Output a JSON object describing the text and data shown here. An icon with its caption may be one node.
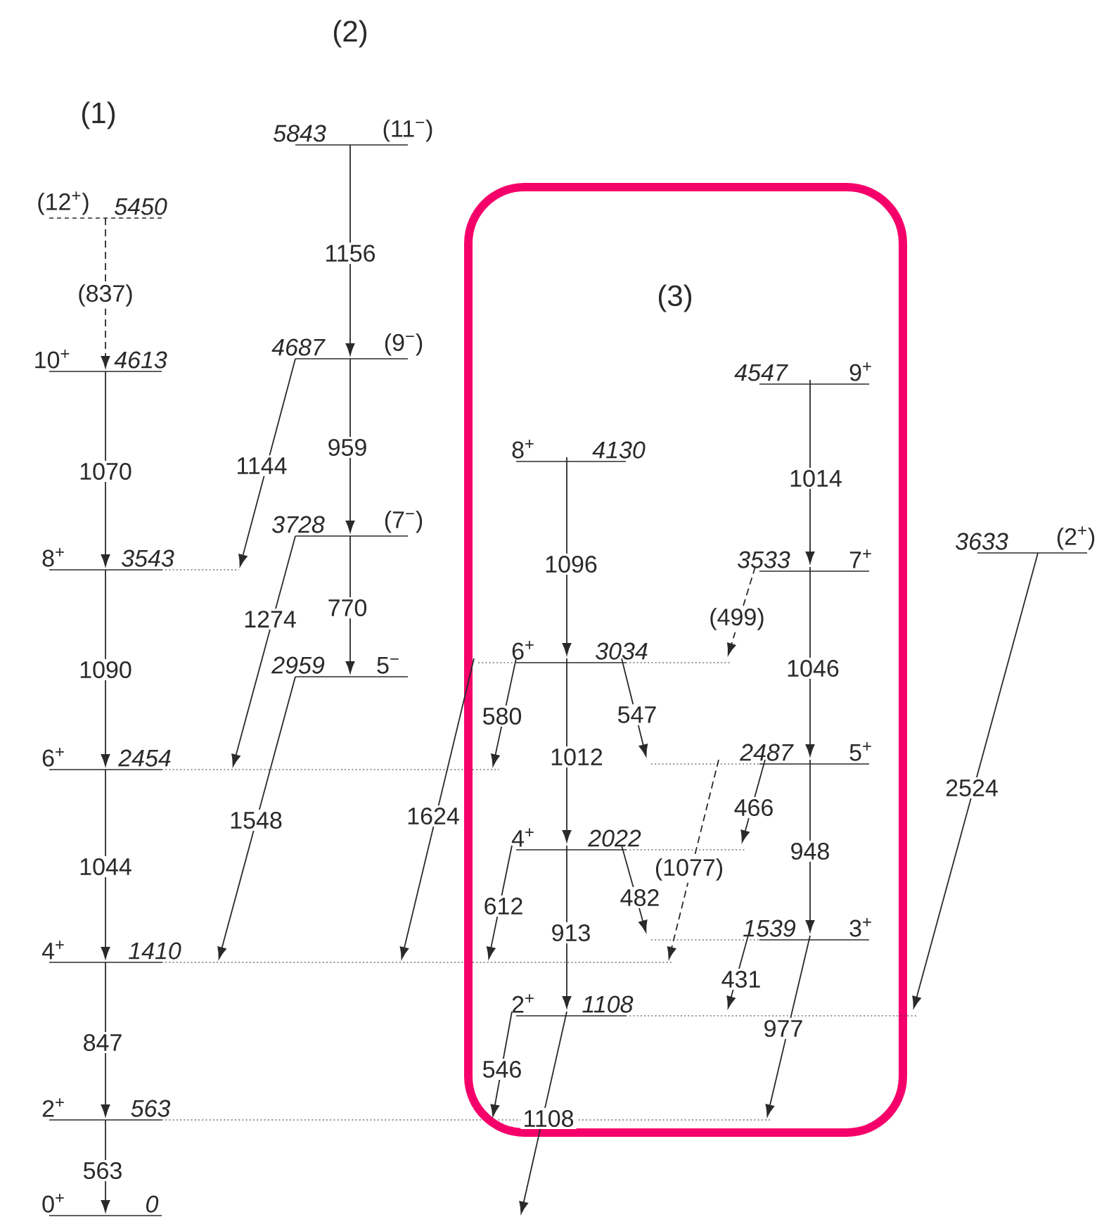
{
  "diagram": {
    "nodes": [
      {
        "text": [],
        "shape": "bar",
        "beside": [
          "(12$^{+}$)",
          "5450"
        ]
      },
      {
        "text": [],
        "shape": "bar",
        "beside": [
          "10$^{+}$",
          "4613"
        ]
      },
      {
        "text": [],
        "shape": "bar",
        "beside": [
          "8$^{+}$",
          "3543"
        ]
      },
      {
        "text": [],
        "shape": "bar",
        "beside": [
          "6$^{+}$",
          "2454"
        ]
      },
      {
        "text": [],
        "shape": "bar",
        "beside": [
          "4$^{+}$",
          "1410"
        ]
      },
      {
        "text": [],
        "shape": "bar",
        "beside": [
          "2$^{+}$",
          "563"
        ]
      },
      {
        "text": [],
        "shape": "bar",
        "beside": [
          "0$^{+}$",
          "0"
        ]
      },
      {
        "text": [],
        "shape": "bar",
        "beside": [
          "5843",
          "(11$^{−}$)"
        ]
      },
      {
        "text": [],
        "shape": "bar",
        "beside": [
          "4687",
          "(9$^{−}$)"
        ]
      },
      {
        "text": [],
        "shape": "bar",
        "beside": [
          "3728",
          "(7$^{−}$)"
        ]
      },
      {
        "text": [],
        "shape": "bar",
        "beside": [
          "2959",
          "5$^{−}$"
        ]
      },
      {
        "text": [
          "(3)"
        ]
      },
      {
        "text": [],
        "shape": "bar",
        "beside": [
          "8$^{+}$",
          "4130"
        ],
        "in": 11
      },
      {
        "text": [],
        "shape": "bar",
        "beside": [
          "6$^{+}$",
          "3034"
        ],
        "in": 11
      },
      {
        "text": [],
        "shape": "bar",
        "beside": [
          "4$^{+}$",
          "2022"
        ],
        "in": 11
      },
      {
        "text": [],
        "shape": "bar",
        "beside": [
          "2$^{+}$",
          "1108"
        ],
        "in": 11
      },
      {
        "text": [],
        "shape": "bar",
        "beside": [
          "4547",
          "9$^{+}$"
        ],
        "in": 11
      },
      {
        "text": [],
        "shape": "bar",
        "beside": [
          "3533",
          "7$^{+}$"
        ],
        "in": 11
      },
      {
        "text": [],
        "shape": "bar",
        "beside": [
          "2487",
          "5$^{+}$"
        ],
        "in": 11
      },
      {
        "text": [],
        "shape": "bar",
        "beside": [
          "1539",
          "3$^{+}$"
        ],
        "in": 11
      },
      {
        "text": [],
        "shape": "bar",
        "beside": [
          "3633",
          "(2$^{+}$)"
        ]
      }
    ],
    "edges": [
      {
        "from": 0,
        "to": 1,
        "arrow": "to",
        "label": "(837)",
        "style": "dashed"
      },
      {
        "from": 1,
        "to": 2,
        "arrow": "to",
        "label": "1070"
      },
      {
        "from": 2,
        "to": 3,
        "arrow": "to",
        "label": "1090"
      },
      {
        "from": 3,
        "to": 4,
        "arrow": "to",
        "label": "1044"
      },
      {
        "from": 4,
        "to": 5,
        "arrow": "to",
        "label": "847"
      },
      {
        "from": 5,
        "to": 6,
        "arrow": "to",
        "label": "563"
      },
      {
        "from": 7,
        "to": 8,
        "arrow": "to",
        "label": "1156"
      },
      {
        "from": 8,
        "to": 9,
        "arrow": "to",
        "label": "959"
      },
      {
        "from": 9,
        "to": 10,
        "arrow": "to",
        "label": "770"
      },
      {
        "from": 8,
        "to": 2,
        "arrow": "to",
        "label": "1144"
      },
      {
        "from": 9,
        "to": 3,
        "arrow": "to",
        "label": "1274"
      },
      {
        "from": 10,
        "to": 4,
        "arrow": "to",
        "label": "1548"
      },
      {
        "from": 13,
        "to": 4,
        "arrow": "to",
        "label": "1624"
      },
      {
        "from": 12,
        "to": 13,
        "arrow": "to",
        "label": "1096"
      },
      {
        "from": 13,
        "to": 14,
        "arrow": "to",
        "label": "1012"
      },
      {
        "from": 14,
        "to": 15,
        "arrow": "to",
        "label": "913"
      },
      {
        "from": 13,
        "to": 3,
        "arrow": "to",
        "label": "580"
      },
      {
        "from": 13,
        "to": 18,
        "arrow": "to",
        "label": "547"
      },
      {
        "from": 14,
        "to": 4,
        "arrow": "to",
        "label": "612"
      },
      {
        "from": 14,
        "to": 19,
        "arrow": "to",
        "label": "482"
      },
      {
        "from": 16,
        "to": 17,
        "arrow": "to",
        "label": "1014"
      },
      {
        "from": 17,
        "to": 18,
        "arrow": "to",
        "label": "1046"
      },
      {
        "from": 18,
        "to": 19,
        "arrow": "to",
        "label": "948"
      },
      {
        "from": 17,
        "to": 13,
        "arrow": "to",
        "label": "(499)",
        "style": "dashed"
      },
      {
        "from": 18,
        "to": 14,
        "arrow": "to",
        "label": "466"
      },
      {
        "from": 18,
        "to": 4,
        "arrow": "to",
        "label": "(1077)",
        "style": "dashed"
      },
      {
        "from": 19,
        "to": 15,
        "arrow": "to",
        "label": "431"
      },
      {
        "from": 19,
        "to": 5,
        "arrow": "to",
        "label": "977"
      },
      {
        "from": 15,
        "to": 5,
        "arrow": "to",
        "label": "546"
      },
      {
        "from": 15,
        "to": null,
        "arrow": "to",
        "label": "1108"
      },
      {
        "from": 20,
        "to": 15,
        "arrow": "to",
        "label": "2524"
      }
    ],
    "labels": [
      "(1)",
      "(2)"
    ]
  }
}
